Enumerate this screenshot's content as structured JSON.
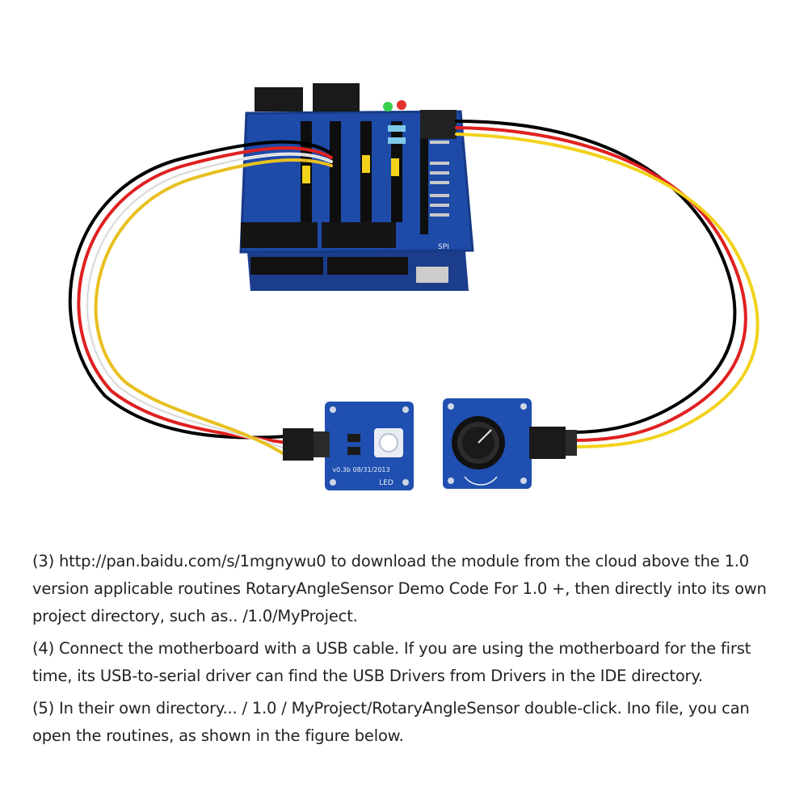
{
  "figure": {
    "led_module_label": "LED",
    "led_module_version": "v0.3b 08/31/2013",
    "shield_label": "SPI"
  },
  "paragraphs": [
    "(3) http://pan.baidu.com/s/1mgnywu0 to download the module from the cloud above the 1.0 version applicable routines RotaryAngleSensor Demo Code For 1.0 +, then directly into its own project directory, such as.. /1.0/MyProject.",
    "(4) Connect the motherboard with a USB cable. If you are using the motherboard for the first time, its USB-to-serial driver can find the USB Drivers from Drivers in the IDE directory.",
    "(5) In their own directory... / 1.0 / MyProject/RotaryAngleSensor double-click. Ino file, you can open the routines, as shown in the figure below."
  ]
}
